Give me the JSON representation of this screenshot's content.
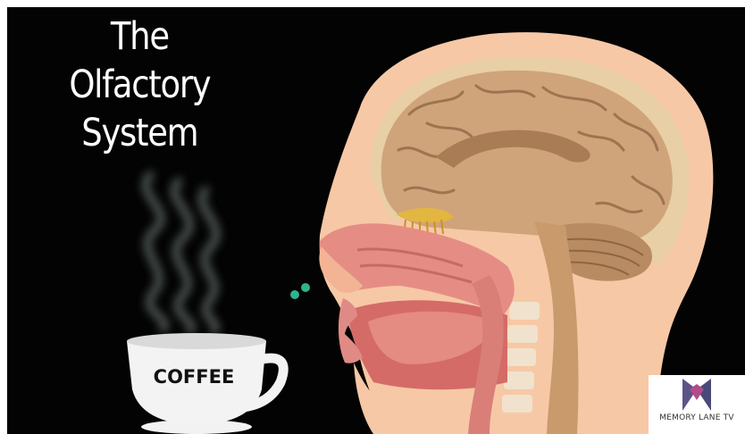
{
  "title": {
    "line1": "The",
    "line2": "Olfactory System"
  },
  "cup": {
    "label": "COFFEE"
  },
  "logo": {
    "text": "MEMORY LANE TV",
    "colors": {
      "left": "#5a5488",
      "right": "#4a4a7a",
      "center": "#b34a8a"
    }
  },
  "colors": {
    "background": "#030303",
    "skin": "#f7c8a6",
    "brain": "#cfa47a",
    "mucosa": "#e58d84",
    "odor_particles": "#2fb38f",
    "olfactory_bulb": "#e2b640"
  }
}
